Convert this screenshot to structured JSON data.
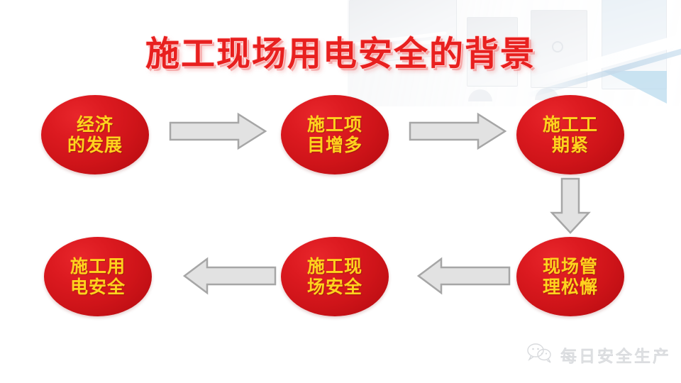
{
  "slide": {
    "title": "施工现场用电安全的背景",
    "background_color": "#ffffff",
    "accent_red": "#d5161c",
    "accent_yellow": "#ffd21e",
    "arrow_fill": "#e2e2e2",
    "arrow_stroke": "#a6a6a6"
  },
  "flow": {
    "nodes": [
      {
        "id": "node-1",
        "line1": "经济",
        "line2": "的发展",
        "text": "经济\n的发展"
      },
      {
        "id": "node-2",
        "line1": "施工项",
        "line2": "目增多",
        "text": "施工项\n目增多"
      },
      {
        "id": "node-3",
        "line1": "施工工",
        "line2": "期紧",
        "text": "施工工\n期紧"
      },
      {
        "id": "node-4",
        "line1": "现场管",
        "line2": "理松懈",
        "text": "现场管\n理松懈"
      },
      {
        "id": "node-5",
        "line1": "施工现",
        "line2": "场安全",
        "text": "施工现\n场安全"
      },
      {
        "id": "node-6",
        "line1": "施工用",
        "line2": "电安全",
        "text": "施工用\n电安全"
      }
    ],
    "arrows": [
      {
        "id": "arrow-1",
        "direction": "right",
        "from": "node-1",
        "to": "node-2"
      },
      {
        "id": "arrow-2",
        "direction": "right",
        "from": "node-2",
        "to": "node-3"
      },
      {
        "id": "arrow-3",
        "direction": "down",
        "from": "node-3",
        "to": "node-4"
      },
      {
        "id": "arrow-4",
        "direction": "left",
        "from": "node-4",
        "to": "node-5"
      },
      {
        "id": "arrow-5",
        "direction": "left",
        "from": "node-5",
        "to": "node-6"
      }
    ]
  },
  "watermark": {
    "text": "每日安全生产",
    "icon": "wechat-icon"
  }
}
